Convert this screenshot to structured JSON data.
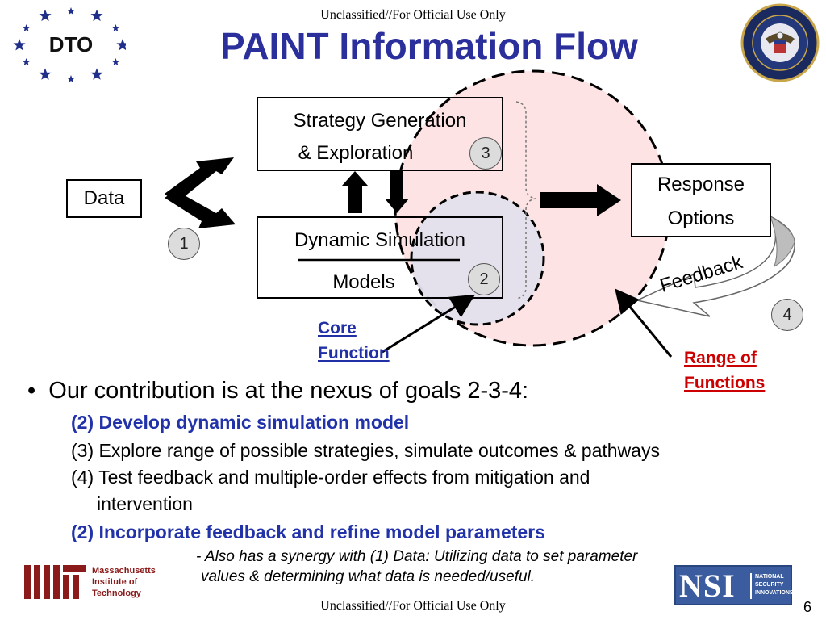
{
  "header": {
    "classification": "Unclassified//For Official Use Only",
    "title": "PAINT Information Flow",
    "dto_logo": "DTO"
  },
  "diagram": {
    "data_box": "Data",
    "strategy_box": [
      "Strategy Generation",
      "& Exploration"
    ],
    "simulation_box": [
      "Dynamic Simulation",
      "Models"
    ],
    "response_box": [
      "Response",
      "Options"
    ],
    "feedback_label": "Feedback",
    "badges": {
      "one": "1",
      "two": "2",
      "three": "3",
      "four": "4"
    },
    "core_function": [
      "Core",
      "Function"
    ],
    "range_of_functions": [
      "Range of",
      "Functions"
    ]
  },
  "bullets": {
    "main": "Our contribution is at the nexus of goals 2-3-4:",
    "items": [
      "(2) Develop dynamic simulation model",
      "(3) Explore range of possible strategies, simulate outcomes & pathways",
      "(4) Test feedback and multiple-order effects from mitigation and",
      "intervention",
      "(2) Incorporate feedback and refine model parameters"
    ],
    "note": [
      "- Also has a synergy with (1) Data: Utilizing data to set parameter",
      "values & determining what data is needed/useful."
    ]
  },
  "footer": {
    "classification": "Unclassified//For Official Use Only",
    "page_number": "6",
    "mit_lines": [
      "Massachusetts",
      "Institute of",
      "Technology"
    ],
    "nsi_logo": "NSI",
    "nsi_lines": [
      "NATIONAL",
      "SECURITY",
      "INNOVATIONS"
    ]
  },
  "colors": {
    "title": "#2b2f9b",
    "core_function": "#2230a6",
    "range_of_functions": "#cc0000",
    "big_circle_fill": "#fde3e3",
    "small_circle_fill": "#e4e0ec"
  },
  "icons": [
    "dto-star-logo",
    "odni-seal-icon",
    "mit-logo",
    "nsi-logo"
  ]
}
